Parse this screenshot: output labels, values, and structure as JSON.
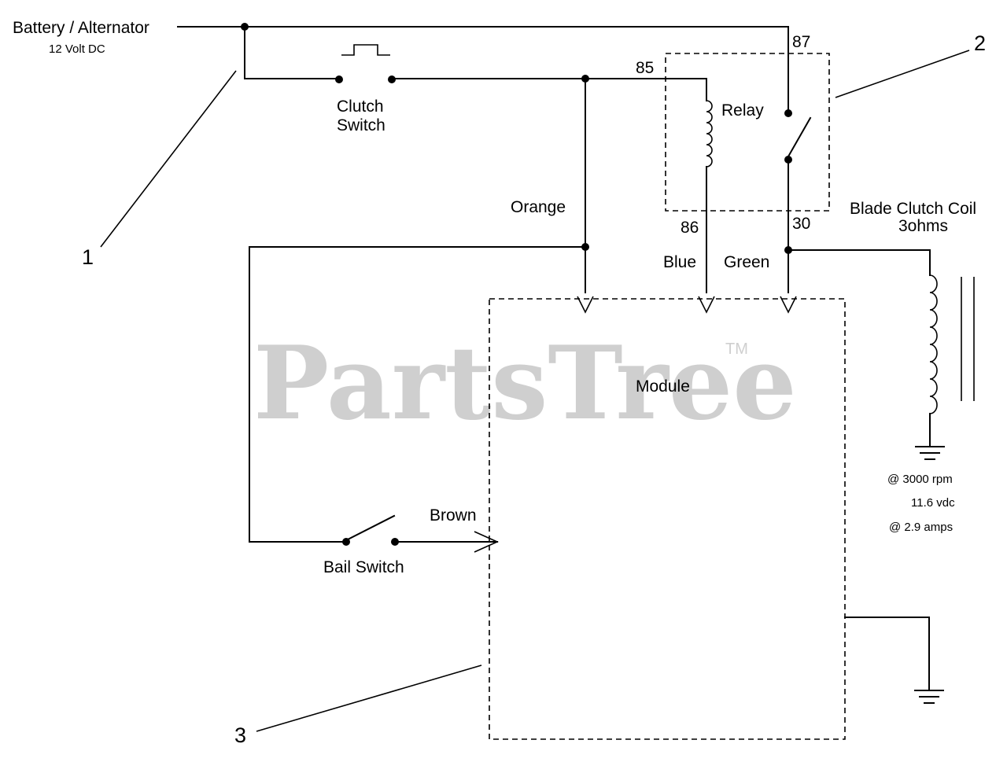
{
  "watermark": {
    "brand": "PartsTree",
    "trademark": "TM"
  },
  "power_source": {
    "label": "Battery / Alternator",
    "voltage": "12 Volt DC"
  },
  "clutch_switch": {
    "line1": "Clutch",
    "line2": "Switch"
  },
  "relay": {
    "label": "Relay",
    "terminals": {
      "t85": "85",
      "t86": "86",
      "t87": "87",
      "t30": "30"
    }
  },
  "wires": {
    "orange": "Orange",
    "blue": "Blue",
    "green": "Green",
    "brown": "Brown"
  },
  "module": {
    "label": "Module"
  },
  "bail_switch": {
    "label": "Bail Switch"
  },
  "blade_clutch_coil": {
    "line1": "Blade Clutch Coil",
    "line2": "3ohms",
    "specs": [
      "@ 3000 rpm",
      "11.6 vdc",
      "@ 2.9 amps"
    ]
  },
  "callouts": {
    "c1": "1",
    "c2": "2",
    "c3": "3"
  }
}
